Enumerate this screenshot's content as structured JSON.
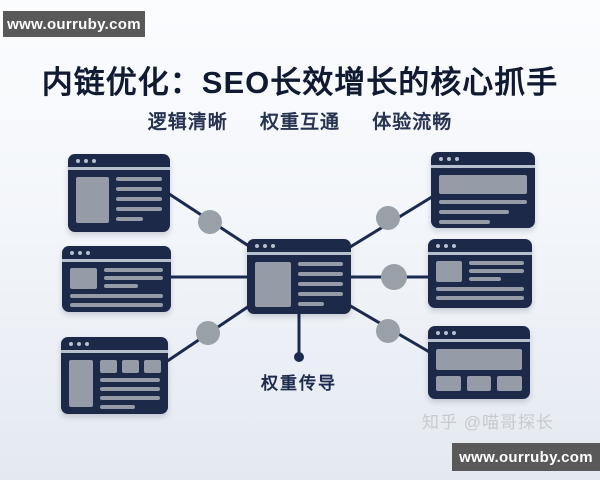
{
  "badges": {
    "top_left": "www.ourruby.com",
    "bottom_right": "www.ourruby.com"
  },
  "header": {
    "title": "内链优化：SEO长效增长的核心抓手",
    "subtitle_items": [
      "逻辑清晰",
      "权重互通",
      "体验流畅"
    ]
  },
  "diagram": {
    "hub": "center-page",
    "satellite_positions": [
      "top-left",
      "middle-left",
      "bottom-left",
      "top-right",
      "middle-right",
      "bottom-right"
    ],
    "center_label": "权重传导"
  },
  "watermark": {
    "text": "知乎 @喵哥探长"
  },
  "colors": {
    "window_navy": "#1c2949",
    "connector_line": "#1b2a50",
    "connector_node_gray": "#9aa0a8",
    "placeholder_gray": "#959ca8",
    "titlebar_accent": "#b7c0cd",
    "title_text": "#111a33",
    "subtitle_text": "#273350",
    "badge_background": "#59595a",
    "watermark_text": "#c8cacd",
    "background_top": "#fbfcfe",
    "background_bottom": "#e4e9f1"
  }
}
